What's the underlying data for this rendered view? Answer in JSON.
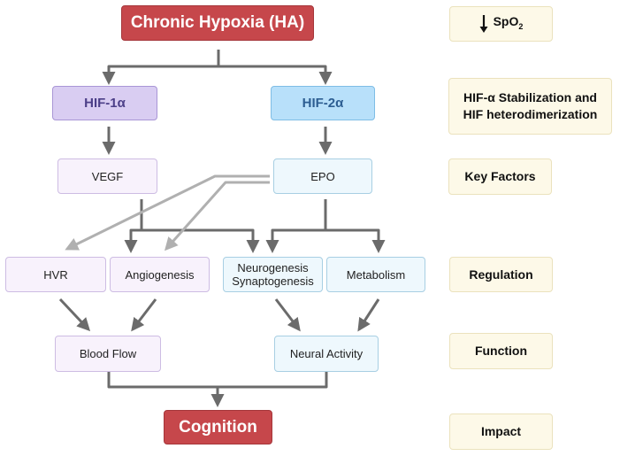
{
  "top": {
    "label": "Chronic Hypoxia (HA)"
  },
  "hif": {
    "hif1": "HIF-1α",
    "hif2": "HIF-2α"
  },
  "factors": {
    "vegf": "VEGF",
    "epo": "EPO"
  },
  "regulation": {
    "hvr": "HVR",
    "angiogenesis": "Angiogenesis",
    "neurogenesis_line1": "Neurogenesis",
    "neurogenesis_line2": "Synaptogenesis",
    "metabolism": "Metabolism"
  },
  "function": {
    "blood_flow": "Blood Flow",
    "neural_activity": "Neural Activity"
  },
  "impact": {
    "label": "Cognition"
  },
  "sidebar": {
    "spo2_prefix": "SpO",
    "spo2_sub": "2",
    "hif_line1": "HIF-α Stabilization and",
    "hif_line2": "HIF heterodimerization",
    "key_factors": "Key Factors",
    "regulation": "Regulation",
    "function": "Function",
    "impact": "Impact"
  },
  "colors": {
    "red": "#c6474b",
    "hif1": "#d9cdf2",
    "hif2": "#b8e0fa",
    "connector": "#6b6b6b",
    "epo_connector": "#b0b0b0",
    "sidebar": "#fdf9e8"
  },
  "icons": {
    "spo2_arrow": "down-arrow-icon"
  }
}
